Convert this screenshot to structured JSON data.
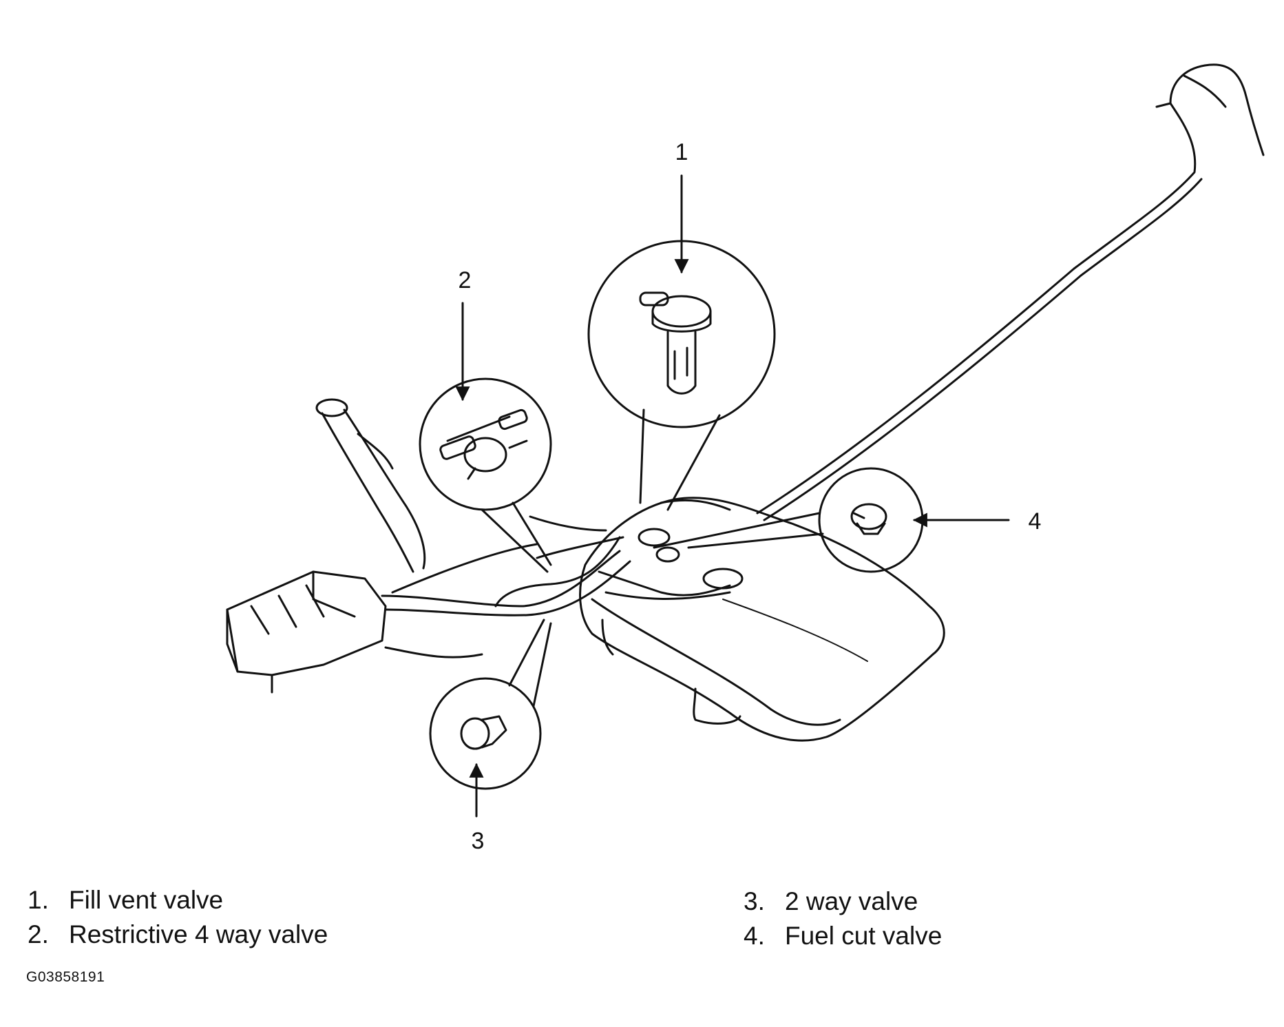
{
  "callouts": [
    {
      "number": "1"
    },
    {
      "number": "2"
    },
    {
      "number": "3"
    },
    {
      "number": "4"
    }
  ],
  "legend": [
    {
      "number": "1.",
      "label": "Fill vent valve"
    },
    {
      "number": "2.",
      "label": "Restrictive 4 way valve"
    },
    {
      "number": "3.",
      "label": "2 way valve"
    },
    {
      "number": "4.",
      "label": "Fuel cut valve"
    }
  ],
  "figure_id": "G03858191",
  "colors": {
    "line": "#111111",
    "background": "#ffffff"
  }
}
